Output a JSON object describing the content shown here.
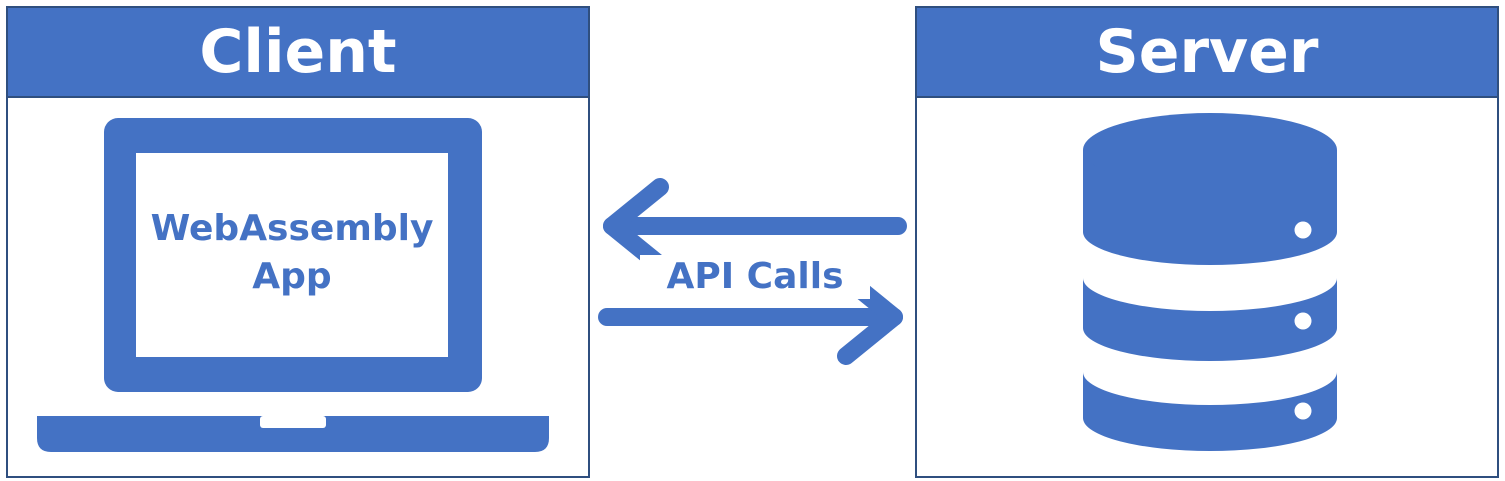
{
  "client": {
    "title": "Client",
    "app_label_line1": "WebAssembly",
    "app_label_line2": "App"
  },
  "server": {
    "title": "Server"
  },
  "connection": {
    "label": "API Calls"
  },
  "colors": {
    "accent": "#4472c4",
    "border": "#2f4f7f",
    "background": "#ffffff"
  },
  "icons": [
    "laptop-icon",
    "database-icon",
    "arrow-left-icon",
    "arrow-right-icon"
  ]
}
